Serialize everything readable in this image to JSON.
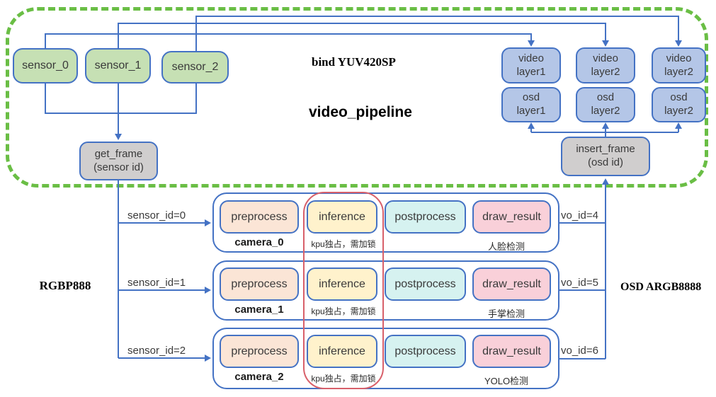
{
  "title_labels": {
    "bind": "bind YUV420SP",
    "pipeline": "video_pipeline",
    "left_format": "RGBP888",
    "right_format": "OSD ARGB8888"
  },
  "sensors": [
    {
      "label": "sensor_0"
    },
    {
      "label": "sensor_1"
    },
    {
      "label": "sensor_2"
    }
  ],
  "frame_nodes": {
    "get_frame": "get_frame\n(sensor id)",
    "insert_frame": "insert_frame\n(osd id)"
  },
  "layers": {
    "video": [
      "video\nlayer1",
      "video\nlayer2",
      "video\nlayer2"
    ],
    "osd": [
      "osd\nlayer1",
      "osd\nlayer2",
      "osd\nlayer2"
    ]
  },
  "cameras": [
    {
      "name": "camera_0",
      "sensor_id_label": "sensor_id=0",
      "vo_id_label": "vo_id=4",
      "stages": [
        "preprocess",
        "inference",
        "postprocess",
        "draw_result"
      ],
      "inference_note": "kpu独占，需加锁",
      "detection_label": "人脸检测"
    },
    {
      "name": "camera_1",
      "sensor_id_label": "sensor_id=1",
      "vo_id_label": "vo_id=5",
      "stages": [
        "preprocess",
        "inference",
        "postprocess",
        "draw_result"
      ],
      "inference_note": "kpu独占，需加锁",
      "detection_label": "手掌检测"
    },
    {
      "name": "camera_2",
      "sensor_id_label": "sensor_id=2",
      "vo_id_label": "vo_id=6",
      "stages": [
        "preprocess",
        "inference",
        "postprocess",
        "draw_result"
      ],
      "inference_note": "kpu独占，需加锁",
      "detection_label": "YOLO检测"
    }
  ],
  "colors": {
    "line_blue": "#4472c4",
    "sensor_green_fill": "#c6e0b4",
    "layer_blue_fill": "#b4c6e7",
    "frame_gray_fill": "#d0cece",
    "preprocess_fill": "#fbe5d6",
    "inference_fill": "#fff2cc",
    "postprocess_fill": "#d6f2f0",
    "draw_result_fill": "#f9d0d9",
    "pipeline_border_green": "#6abe45",
    "inference_lock_red": "#d8606a"
  }
}
